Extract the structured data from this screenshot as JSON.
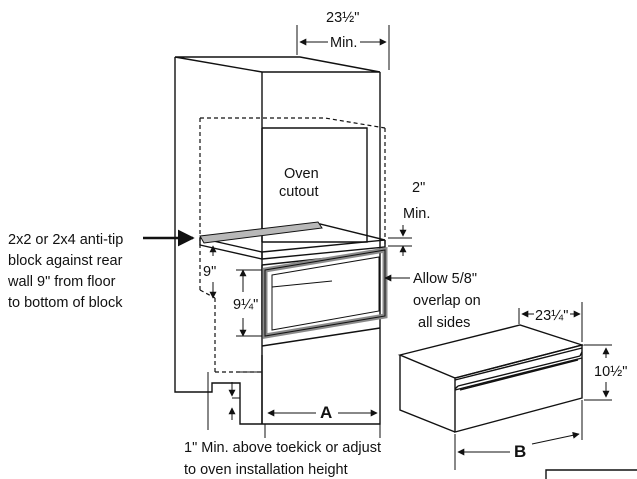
{
  "labels": {
    "top_dim": "23½\"",
    "top_min": "Min.",
    "oven_1": "Oven",
    "oven_2": "cutout",
    "two_in": "2\"",
    "two_min": "Min.",
    "antitip_1": "2x2 or 2x4 anti-tip",
    "antitip_2": "block against rear",
    "antitip_3": "wall 9\" from floor",
    "antitip_4": "to bottom of block",
    "nine": "9\"",
    "nine_quarter": "9¼\"",
    "allow_1": "Allow 5/8\"",
    "allow_2": "overlap on",
    "allow_3": "all sides",
    "width_dim": "23¼\"",
    "height_dim": "10½\"",
    "a_label": "A",
    "b_label": "B",
    "bottom_1": "1\" Min. above toekick or adjust",
    "bottom_2": "to oven installation height"
  },
  "colors": {
    "line": "#111111",
    "block_fill": "#b8b8b8",
    "frame": "#8a8a8a"
  }
}
